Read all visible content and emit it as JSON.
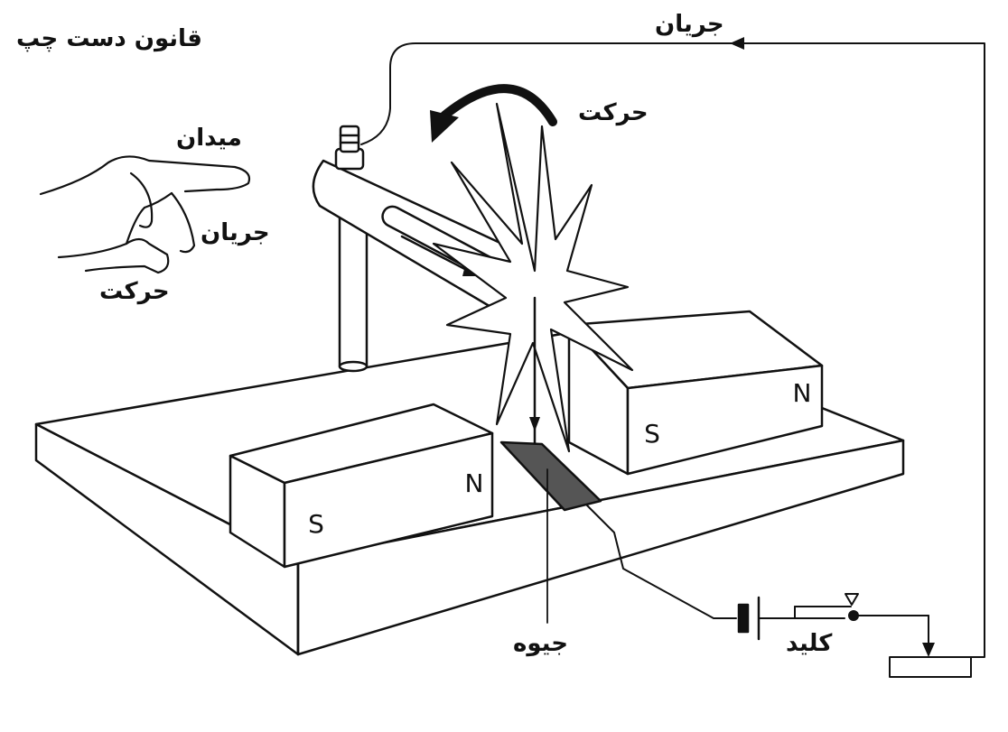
{
  "labels": {
    "title": "قانون دست چپ",
    "current_top": "جریان",
    "motion_top": "حرکت",
    "field_hand": "میدان",
    "current_hand": "جریان",
    "motion_hand": "حرکت",
    "mercury": "جیوه",
    "key": "کلید"
  },
  "magnets": {
    "left_s": "S",
    "left_n": "N",
    "right_s": "S",
    "right_n": "N"
  },
  "colors": {
    "ink": "#111111",
    "mercury": "#555555"
  }
}
